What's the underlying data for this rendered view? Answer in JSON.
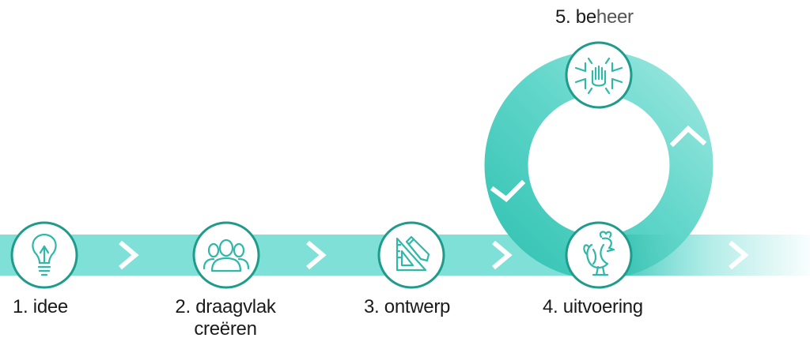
{
  "colors": {
    "band": "#7fe0d8",
    "ring_dark": "#3cc9ba",
    "ring_light": "#8ee3db",
    "circle_stroke": "#1e9b8b",
    "icon_stroke": "#2fb8a8",
    "chevron": "#ffffff",
    "text": "#1b1b1b"
  },
  "steps": [
    {
      "label": "1. idee",
      "icon": "lightbulb-icon"
    },
    {
      "label_line1": "2. draagvlak",
      "label_line2": "creëren",
      "icon": "people-group-icon"
    },
    {
      "label": "3. ontwerp",
      "icon": "ruler-pencil-icon"
    },
    {
      "label": "4. uitvoering",
      "icon": "rooster-icon"
    },
    {
      "label_prefix": "5. be",
      "label_suffix": "heer",
      "icon": "hands-together-icon"
    }
  ]
}
